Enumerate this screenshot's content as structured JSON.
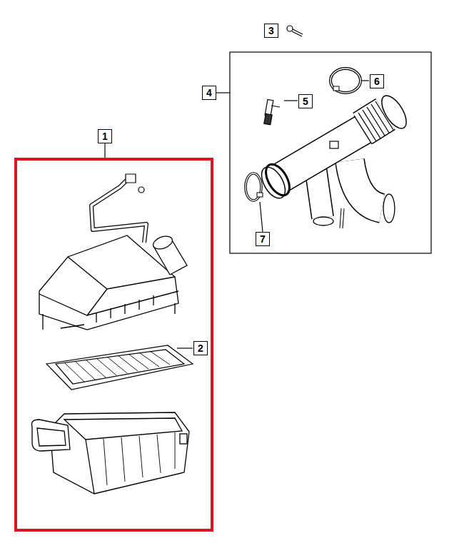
{
  "diagram": {
    "nodes": [
      {
        "text": [
          "3"
        ]
      },
      {
        "text": [
          "6"
        ]
      },
      {
        "text": [
          "4"
        ]
      },
      {
        "text": [
          "5"
        ]
      },
      {
        "text": [
          "1"
        ]
      },
      {
        "text": [
          "7"
        ]
      },
      {
        "text": [
          "2"
        ]
      }
    ]
  }
}
